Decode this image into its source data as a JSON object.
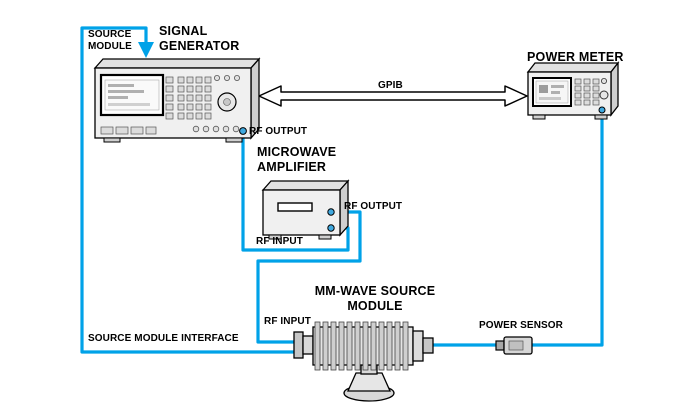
{
  "diagram": {
    "labels": {
      "signal_generator": "SIGNAL\nGENERATOR",
      "source_module": "SOURCE\nMODULE",
      "power_meter": "POWER METER",
      "gpib": "GPIB",
      "rf_output_generator": "RF OUTPUT",
      "microwave_amplifier": "MICROWAVE\nAMPLIFIER",
      "rf_output_amplifier": "RF OUTPUT",
      "rf_input_amplifier": "RF INPUT",
      "mm_wave_module": "MM-WAVE SOURCE\nMODULE",
      "rf_input_module": "RF INPUT",
      "source_module_interface": "SOURCE MODULE INTERFACE",
      "power_sensor": "POWER SENSOR"
    },
    "colors": {
      "cable_blue": "#00A2E8",
      "port_blue": "#3FA9E0",
      "outline": "#000000"
    },
    "connections": [
      {
        "from": "signal-generator",
        "to": "mm-wave-source-module",
        "via": "SOURCE MODULE INTERFACE"
      },
      {
        "from": "signal-generator RF OUTPUT",
        "to": "microwave-amplifier RF INPUT"
      },
      {
        "from": "microwave-amplifier RF OUTPUT",
        "to": "mm-wave-source-module RF INPUT"
      },
      {
        "from": "mm-wave-source-module",
        "to": "power-sensor"
      },
      {
        "from": "power-sensor",
        "to": "power-meter"
      },
      {
        "from": "signal-generator",
        "to": "power-meter",
        "via": "GPIB"
      }
    ]
  }
}
